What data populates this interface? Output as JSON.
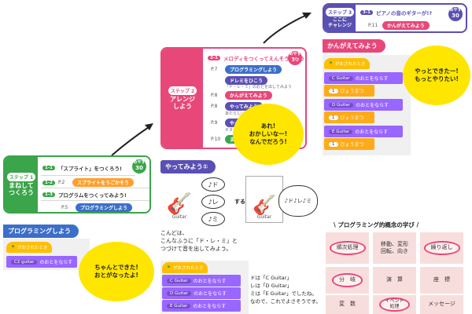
{
  "step1": {
    "tag": "ステップ 1",
    "name": "まねして\nつくろう",
    "minutes": [
      "めやす",
      "30",
      "分"
    ],
    "rows": [
      {
        "num": "1-1",
        "text": "「スプライト」をつくろう!"
      },
      {
        "num": "1-2",
        "page": "P.2",
        "pill": "スプライトをうごかそう"
      },
      {
        "num": "1-3",
        "text": "プログラムをつくってみよう!"
      },
      {
        "page": "P.5",
        "pill": "プログラミングしよう"
      }
    ]
  },
  "step2": {
    "tag": "ステップ 2",
    "name": "アレンジ\nしよう",
    "minutes": [
      "めやす",
      "30",
      "分"
    ],
    "header_num": "2-1",
    "header_text": "メロディをつくってえんそうしよう!",
    "rows": [
      {
        "page": "P.7",
        "pill": "プログラミングしよう"
      },
      {
        "pill": "ドレミをひこう"
      },
      {
        "text": "「ド・レ・ミ」のおとを出してみよう"
      },
      {
        "page": "P.8",
        "pill": "かんがえてみよう"
      },
      {
        "page": "P.8",
        "pill": "やってみよう"
      },
      {
        "text": "あたらしいきょくをつくろう"
      },
      {
        "page": "P.9",
        "pill": "やってみよう"
      },
      {
        "text": "ギターのおとをかえよう"
      },
      {
        "page": "P.10",
        "pill": "まとめ"
      }
    ]
  },
  "step3": {
    "tag": "ステップ 3",
    "name": "ここに\nチャレンジ",
    "minutes": [
      "めやす",
      "30",
      "分"
    ],
    "header_num": "3-1",
    "header_text": "ピアノの音のギターが!?",
    "page": "P.11",
    "pill": "かんがえてみよう"
  },
  "programming_section": {
    "heading": "プログラミングしよう",
    "hat": "がおされたとき",
    "block_dropdown": "C2 guitar",
    "block_text": "のおとをならす"
  },
  "think_section": {
    "heading": "かんがえてみよう",
    "hat": "がおされたとき",
    "blocks": [
      {
        "type": "play",
        "note": "C Guitar",
        "text": "のおとをならす"
      },
      {
        "type": "wait",
        "num": "1",
        "text": "びょうまつ"
      },
      {
        "type": "play",
        "note": "D Guitar",
        "text": "のおとをならす"
      },
      {
        "type": "wait",
        "num": "1",
        "text": "びょうまつ"
      },
      {
        "type": "play",
        "note": "E Guitar",
        "text": "のおとをならす"
      },
      {
        "type": "wait",
        "num": "1",
        "text": "びょうまつ"
      }
    ]
  },
  "try_section": {
    "heading": "やってみよう①",
    "guitar_label": "Guitar",
    "notes": [
      "♪ド",
      "♪レ",
      "♪ミ"
    ],
    "arrow_text": "すると",
    "guitar_label2": "Guitar",
    "burst_notes": "♪ド♪レ♪ミ",
    "desc": [
      "こんどは、",
      "こんなふうに「ド・レ・ミ」と",
      "つづけて音を出してみよう。"
    ],
    "hat": "がおされたとき",
    "blocks": [
      {
        "note": "C Guitar",
        "text": "のおとをならす"
      },
      {
        "note": "D Guitar",
        "text": "のおとをならす"
      },
      {
        "note": "E Guitar",
        "text": "のおとをならす"
      }
    ],
    "explain": [
      "ドは「C Guitar」",
      "レは「D Guitar」",
      "ミは「E Guitar」でしたね。",
      "なので、これでよさそうです。"
    ]
  },
  "bubbles": {
    "b1": "ちゃんとできた!\nおとがなったよ!",
    "b2": "あれ!\nおかしいなー!\nなんでだろう!",
    "b3": "やっとできたー!\nもっとやりたい!"
  },
  "concepts": {
    "title": "\\ プログラミング的概念の学び /",
    "items": [
      "順次処理",
      "移動、変形\n回転、向き",
      "繰り返し",
      "分　岐",
      "演　算",
      "座　標",
      "変　数",
      "イベント\n処理",
      "メッセージ"
    ],
    "circled": [
      true,
      false,
      true,
      true,
      false,
      false,
      false,
      true,
      false
    ]
  },
  "colors": {
    "green": "#3aa54a",
    "pink": "#e8477a",
    "purple": "#5a4fb3",
    "blue": "#3c6fc9",
    "scratch_yellow": "#ffbf00",
    "scratch_purple": "#9966ff",
    "scratch_orange": "#ffab19",
    "bubble": "#ffe600",
    "concept_bg": "#f7dedc"
  }
}
